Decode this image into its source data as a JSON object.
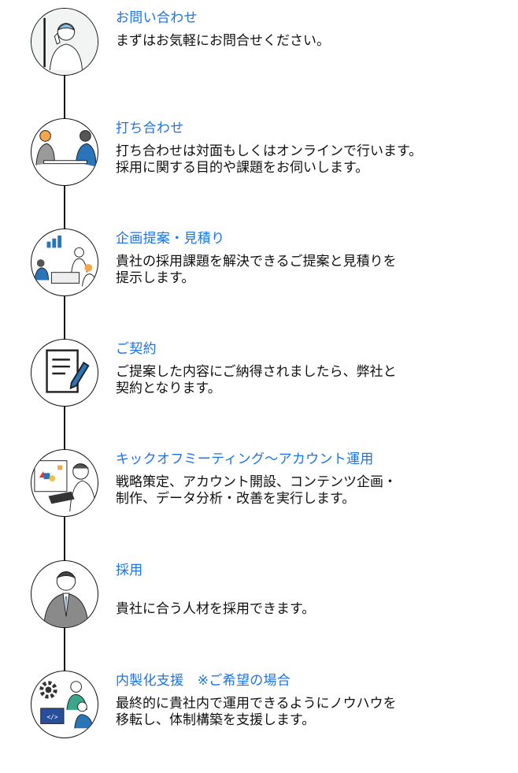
{
  "accent_color": "#1a73e8",
  "steps": [
    {
      "title": "お問い合わせ",
      "lines": [
        "まずはお気軽にお問合せください。"
      ],
      "icon": "phone-call-illustration"
    },
    {
      "title": "打ち合わせ",
      "lines": [
        "打ち合わせは対面もしくはオンラインで行います。",
        "採用に関する目的や課題をお伺いします。"
      ],
      "icon": "meeting-illustration"
    },
    {
      "title": "企画提案・見積り",
      "lines": [
        "貴社の採用課題を解決できるご提案と見積りを",
        "提示します。"
      ],
      "icon": "presentation-illustration"
    },
    {
      "title": "ご契約",
      "lines": [
        "ご提案した内容にご納得されましたら、弊社と",
        "契約となります。"
      ],
      "icon": "contract-document-icon"
    },
    {
      "title": "キックオフミーティング〜アカウント運用",
      "lines": [
        "戦略策定、アカウント開設、コンテンツ企画・",
        "制作、データ分析・改善を実行します。"
      ],
      "icon": "kickoff-illustration"
    },
    {
      "title": "採用",
      "lines": [
        "貴社に合う人材を採用できます。"
      ],
      "icon": "businessman-illustration"
    },
    {
      "title": "内製化支援　※ご希望の場合",
      "lines": [
        "最終的に貴社内で運用できるようにノウハウを",
        "移転し、体制構築を支援します。"
      ],
      "icon": "in-house-support-illustration"
    }
  ]
}
